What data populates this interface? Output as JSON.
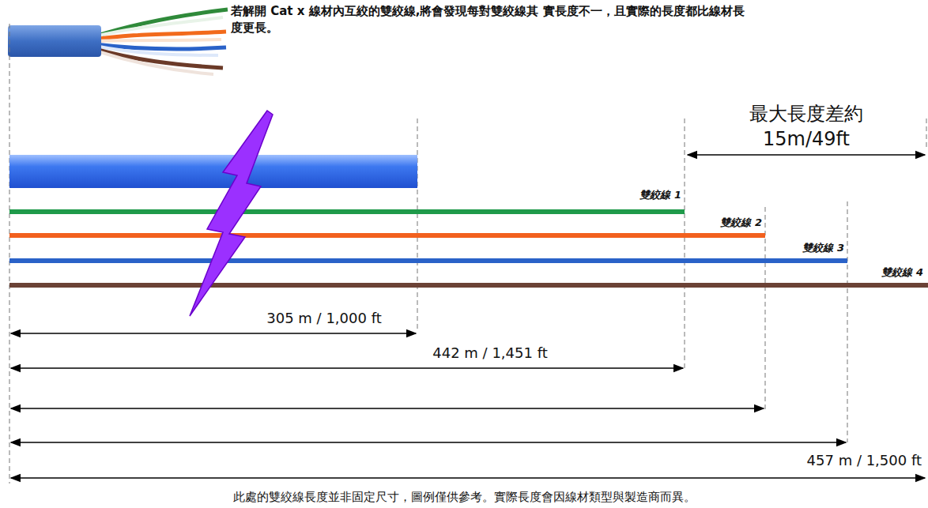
{
  "diagram": {
    "title": "若解開 Cat x 線材內互絞的雙絞線,將會發現每對雙絞線其 實長度不一，且實際的長度都比線材長度更長。",
    "caption": "此處的雙絞線長度並非固定尺寸，圖例僅供參考。實際長度會因線材類型與製造商而異。",
    "labels": [
      "最大長度差約",
      "15m/49ft",
      "雙絞線 1",
      "雙絞線 2",
      "雙絞線 3",
      "雙絞線 4",
      "305 m / 1,000 ft",
      "442 m / 1,451 ft",
      "457 m / 1,500 ft"
    ]
  }
}
